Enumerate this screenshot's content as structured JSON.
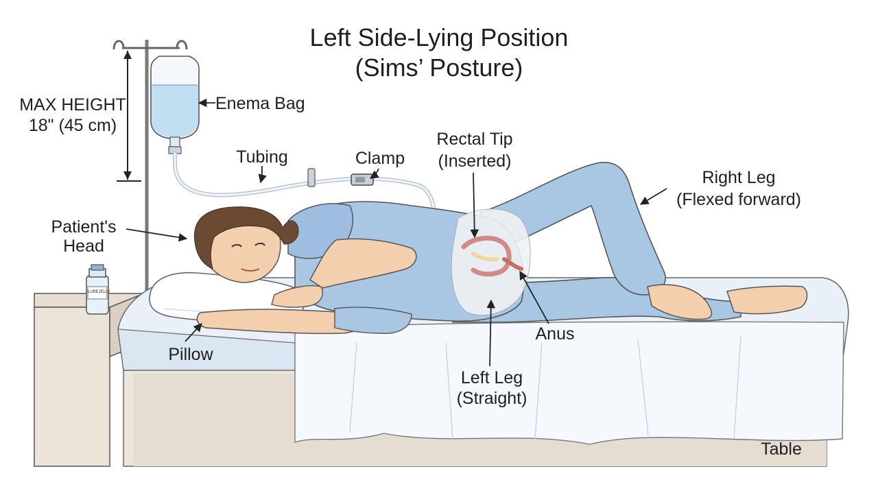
{
  "title": {
    "line1": "Left Side-Lying Position",
    "line2": "(Sims’ Posture)"
  },
  "labels": {
    "max_height_line1": "MAX HEIGHT",
    "max_height_line2": "18\" (45 cm)",
    "enema_bag": "Enema Bag",
    "tubing": "Tubing",
    "clamp": "Clamp",
    "rectal_tip_line1": "Rectal Tip",
    "rectal_tip_line2": "(Inserted)",
    "right_leg_line1": "Right Leg",
    "right_leg_line2": "(Flexed forward)",
    "patients_head_line1": "Patient's",
    "patients_head_line2": "Head",
    "pillow": "Pillow",
    "anus": "Anus",
    "left_leg_line1": "Left Leg",
    "left_leg_line2": "(Straight)",
    "table": "Table",
    "bottle_label": "LUBEJELLY"
  },
  "colors": {
    "scrubs": "#a9c6e3",
    "scrubs_dark": "#7fa3c8",
    "skin": "#f3cfae",
    "hair": "#6b4a34",
    "sheet": "#eef3fa",
    "table": "#e9e1d6",
    "fluid": "#bfdcf1",
    "ink": "#333333"
  }
}
